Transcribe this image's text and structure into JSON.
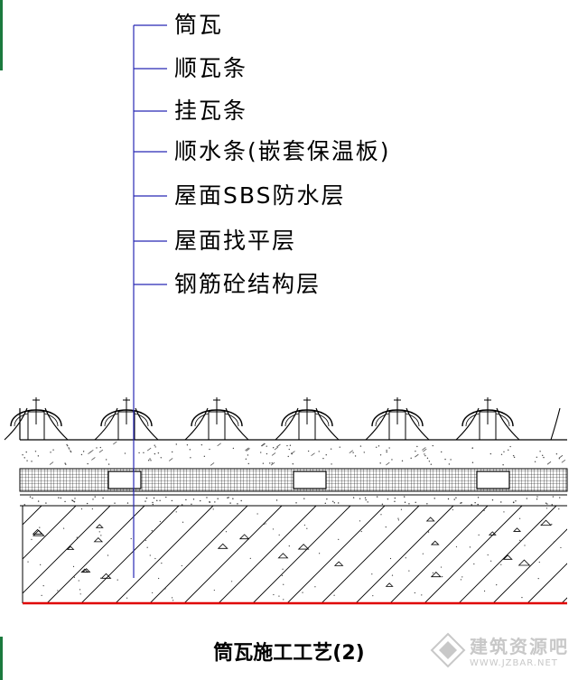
{
  "labels": [
    "筒瓦",
    "顺瓦条",
    "挂瓦条",
    "顺水条(嵌套保温板)",
    "屋面SBS防水层",
    "屋面找平层",
    "钢筋砼结构层"
  ],
  "caption": "筒瓦施工工艺(2)",
  "watermark": {
    "name": "建筑资源吧",
    "url": "WWW.JZBAR.NET"
  },
  "colors": {
    "leader": "#2828b4",
    "structure_base": "#e00000",
    "edge_mark": "#1b7a3e",
    "watermark": "#c8c8c8"
  }
}
